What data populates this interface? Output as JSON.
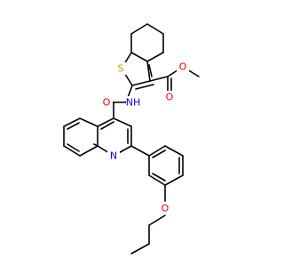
{
  "atoms": {
    "S": {
      "text": "S",
      "color": "#B8A000"
    },
    "NH": {
      "text": "NH",
      "color": "#0000FF"
    },
    "O_amide": {
      "text": "O",
      "color": "#FF0000"
    },
    "O_carbonyl": {
      "text": "O",
      "color": "#FF0000"
    },
    "O_ester": {
      "text": "O",
      "color": "#FF0000"
    },
    "N_ring": {
      "text": "N",
      "color": "#0000FF"
    },
    "O_ether": {
      "text": "O",
      "color": "#FF0000"
    }
  }
}
